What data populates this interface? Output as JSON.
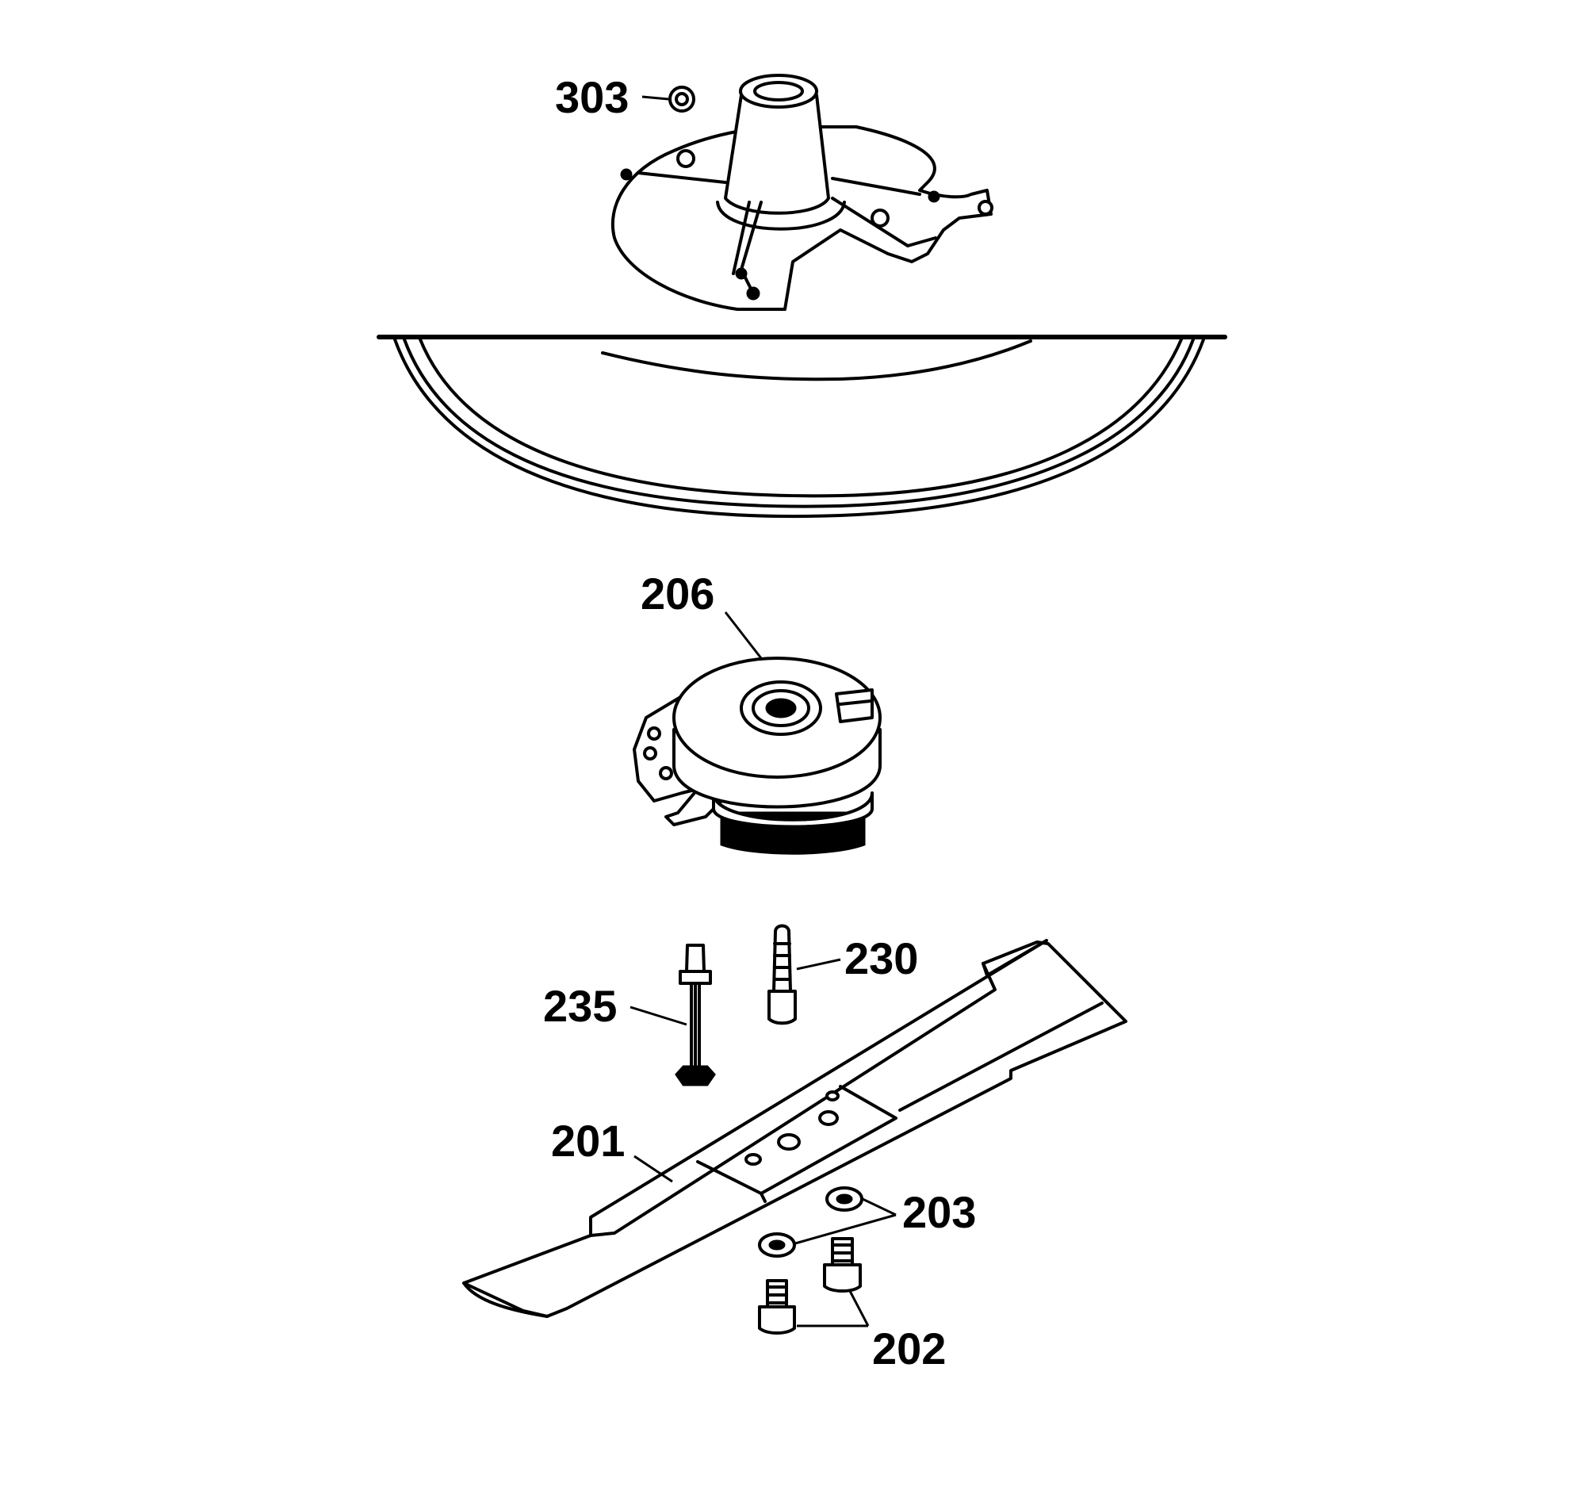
{
  "diagram": {
    "labels": {
      "p303": "303",
      "p206": "206",
      "p230": "230",
      "p235": "235",
      "p201": "201",
      "p203": "203",
      "p202": "202"
    }
  }
}
